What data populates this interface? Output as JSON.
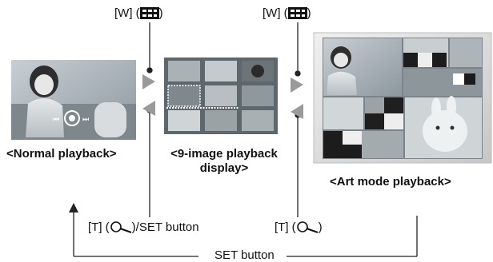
{
  "labels": {
    "w_left": "[W] (",
    "w_right": "[W] (",
    "close_paren": ")",
    "t_set": "/SET button",
    "t_left": "[T] (",
    "t_right": "[T] (",
    "set_button": "SET button"
  },
  "captions": {
    "normal": "<Normal playback>",
    "nine_line1": "<9-image playback",
    "nine_line2": "display>",
    "art": "<Art mode playback>"
  },
  "icons": {
    "wide": "thumbnail-grid-icon",
    "tele": "magnifier-icon",
    "arrow": "triangle-arrow-icon"
  },
  "colors": {
    "line": "#222222",
    "arrow_fill": "#9a9a9a",
    "photo_bg": "#6f7a80",
    "art_frame": "#d9d9d9"
  }
}
